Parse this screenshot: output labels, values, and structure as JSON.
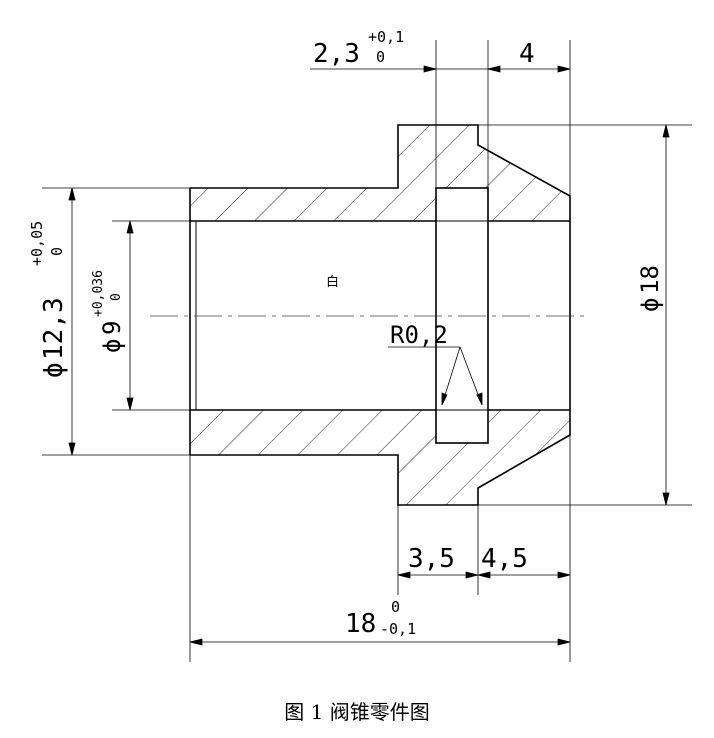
{
  "dimensions": {
    "top_groove": {
      "value": "2,3",
      "upper": "+0,1",
      "lower": "0"
    },
    "top_right": "4",
    "outer_dia": {
      "value": "12,3",
      "upper": "+0,05",
      "lower": "0"
    },
    "bore_dia": {
      "value": "9",
      "upper": "+0,036",
      "lower": "0"
    },
    "max_dia": "18",
    "bottom_left": "3,5",
    "bottom_right": "4,5",
    "overall": {
      "value": "18",
      "upper": "0",
      "lower": "-0,1"
    },
    "radius": "R0,2",
    "diameter_symbol": "ϕ"
  },
  "surface_mark": "白",
  "caption": "图 1 阀锥零件图"
}
